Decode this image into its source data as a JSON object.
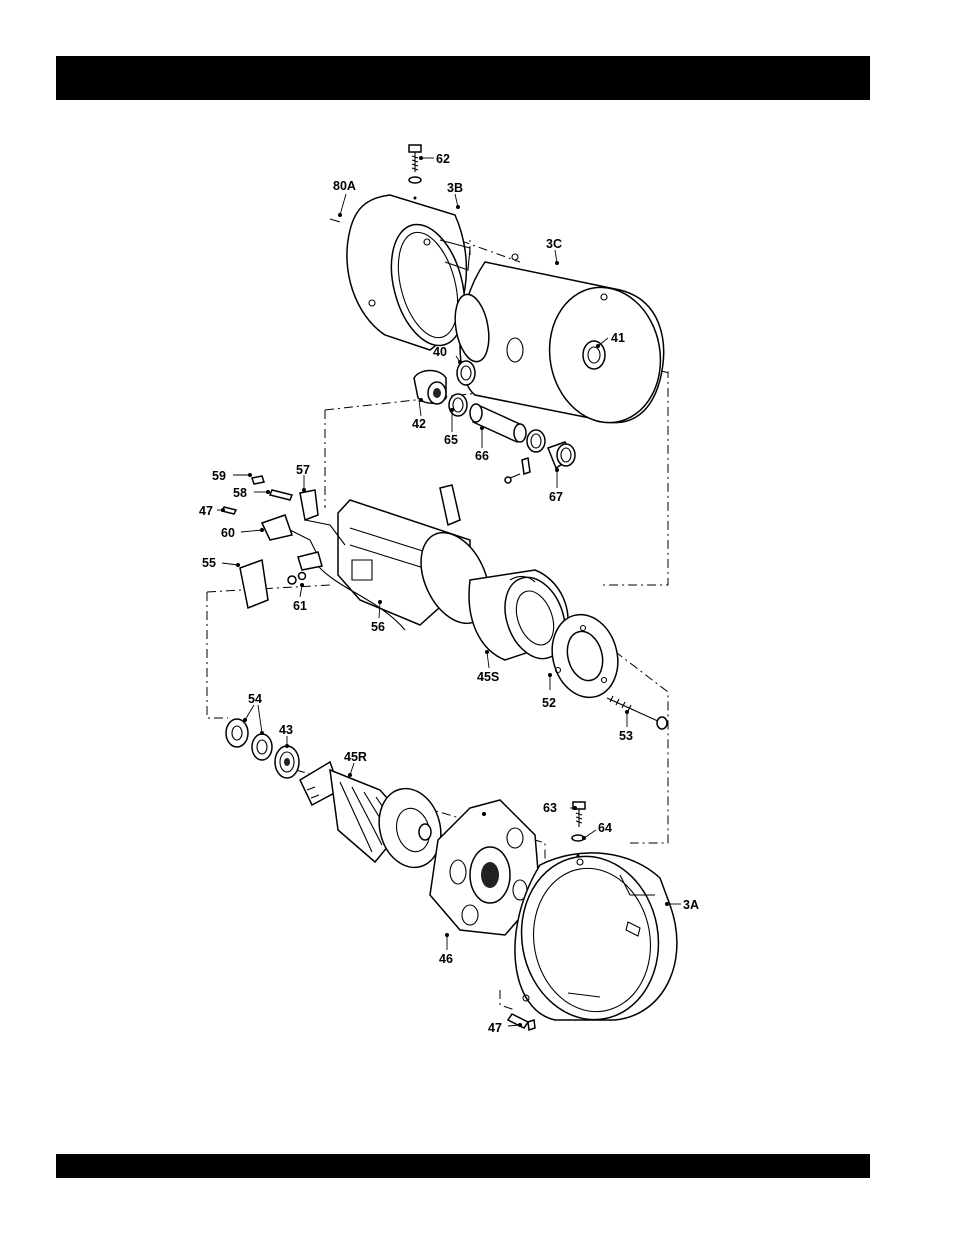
{
  "header": {
    "title": ""
  },
  "footer": {
    "text": ""
  },
  "diagram": {
    "labels": {
      "p62": "62",
      "p80a": "80A",
      "p3b": "3B",
      "p3c": "3C",
      "p40": "40",
      "p41": "41",
      "p42": "42",
      "p65": "65",
      "p66": "66",
      "p67": "67",
      "p59": "59",
      "p57": "57",
      "p58": "58",
      "p47a": "47",
      "p60": "60",
      "p55": "55",
      "p61": "61",
      "p56": "56",
      "p45s": "45S",
      "p52": "52",
      "p53": "53",
      "p54": "54",
      "p43": "43",
      "p45r": "45R",
      "p63": "63",
      "p64": "64",
      "p3a": "3A",
      "p46": "46",
      "p47b": "47"
    }
  }
}
